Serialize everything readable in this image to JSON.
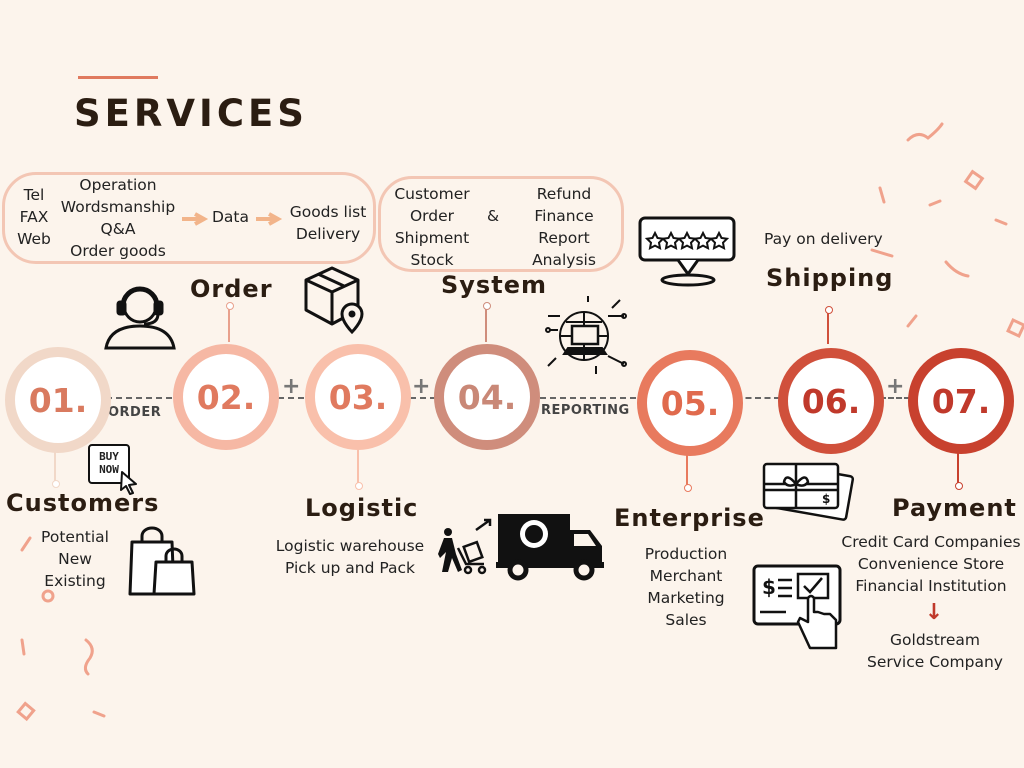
{
  "title": "SERVICES",
  "pill_order": {
    "col1": [
      "Tel",
      "FAX",
      "Web"
    ],
    "col2": [
      "Operation",
      "Wordsmanship",
      "Q&A",
      "Order goods"
    ],
    "data": "Data",
    "col3": [
      "Goods list",
      "Delivery"
    ]
  },
  "pill_system": {
    "col1": [
      "Customer",
      "Order",
      "Shipment",
      "Stock"
    ],
    "amp": "&",
    "col2": [
      "Refund",
      "Finance",
      "Report",
      "Analysis"
    ]
  },
  "connectors": {
    "order": "ORDER",
    "reporting": "REPORTING",
    "plus": "+"
  },
  "steps": [
    {
      "num": "01.",
      "label": "Customers",
      "lines": [
        "Potential",
        "New",
        "Existing"
      ],
      "color": "#d97a5f",
      "ring": "#f1d8c8"
    },
    {
      "num": "02.",
      "label": "Order",
      "lines": [],
      "color": "#e07a5f",
      "ring": "#f6b8a4"
    },
    {
      "num": "03.",
      "label": "Logistic",
      "lines": [
        "Logistic warehouse",
        "Pick up and Pack"
      ],
      "color": "#e07a5f",
      "ring": "#f9c0ab"
    },
    {
      "num": "04.",
      "label": "System",
      "lines": [],
      "color": "#c98877",
      "ring": "#cf8d7c"
    },
    {
      "num": "05.",
      "label": "Enterprise",
      "lines": [
        "Production",
        "Merchant",
        "Marketing",
        "Sales"
      ],
      "color": "#e06a4d",
      "ring": "#e87a5e"
    },
    {
      "num": "06.",
      "label": "Shipping",
      "lines": [
        "Pay on delivery"
      ],
      "color": "#c0392b",
      "ring": "#d0503b"
    },
    {
      "num": "07.",
      "label": "Payment",
      "lines": [
        "Credit Card Companies",
        "Convenience Store",
        "Financial Institution"
      ],
      "color": "#c0392b",
      "ring": "#c8412e"
    }
  ],
  "payment_arrow": "↓",
  "payment_extra": [
    "Goldstream",
    "Service Company"
  ],
  "buy_now": [
    "BUY",
    "NOW"
  ],
  "colors": {
    "background": "#fcf4ec",
    "accent": "#e07a5f",
    "pill_border": "#f3c6b4",
    "arrow": "#f2b48a"
  }
}
